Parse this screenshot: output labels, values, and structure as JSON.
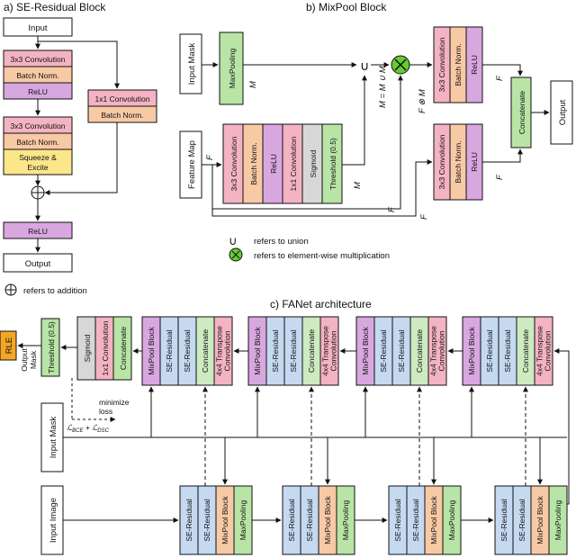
{
  "colors": {
    "pink": "#f4b3c2",
    "lavender": "#d8a7df",
    "orange": "#f8c9a5",
    "yellow": "#fbe68a",
    "green": "#b8e4a5",
    "light_green": "#cdeac1",
    "blue": "#c5d9f1",
    "gray": "#d7d7d7",
    "rle": "#f5a623",
    "circle_green": "#66cc33"
  },
  "panel_a": {
    "title": "a) SE-Residual Block",
    "input": "Input",
    "conv3x3_1": "3x3 Convolution",
    "bn_1": "Batch Norm.",
    "relu_1": "ReLU",
    "conv3x3_2": "3x3 Convolution",
    "bn_2": "Batch Norm.",
    "squeeze_1": "Squeeze &",
    "squeeze_2": "Excite",
    "conv1x1": "1x1 Convolution",
    "bn_3": "Batch Norm.",
    "relu_2": "ReLU",
    "output": "Output",
    "addition_legend": "refers to addition"
  },
  "panel_b": {
    "title": "b) MixPool Block",
    "input_mask": "Input Mask",
    "maxpooling": "MaxPooling",
    "m_l": "M",
    "feature_map": "Feature Map",
    "f_l": "F",
    "conv3x3": "3x3 Convolution",
    "bn": "Batch Norm.",
    "relu": "ReLU",
    "conv1x1": "1x1 Convolution",
    "sigmoid": "Sigmoid",
    "threshold": "Threshold (0.5)",
    "m_prime": "M",
    "mf_eq": "M = M ∪ M",
    "fm_label": "F ⊗ M",
    "top_conv": "3x3 Convolution",
    "top_bn": "Batch Norm.",
    "top_relu": "ReLU",
    "bot_conv": "3x3 Convolution",
    "bot_bn": "Batch Norm.",
    "bot_relu": "ReLU",
    "concatenate": "Concatenate",
    "output": "Output",
    "f_lm": "F",
    "f_lp": "F",
    "union_legend": "refers to union",
    "mult_legend": "refers to element-wise multiplication"
  },
  "panel_c": {
    "title": "c) FANet architecture",
    "rle": "RLE",
    "output_mask_1": "Output",
    "output_mask_2": "Mask",
    "threshold": "Threshold (0.5)",
    "sigmoid": "Sigmoid",
    "conv1x1": "1x1 Convolution",
    "concatenate": "Concatenate",
    "mixpool": "MixPool Block",
    "se_residual": "SE-Residual",
    "transpose_1": "4x4 Transpose",
    "transpose_2": "Convolution",
    "minimize_1": "minimize",
    "minimize_2": "loss",
    "loss": "ℒ",
    "input_mask": "Input Mask",
    "input_image": "Input Image",
    "maxpooling": "MaxPooling"
  }
}
